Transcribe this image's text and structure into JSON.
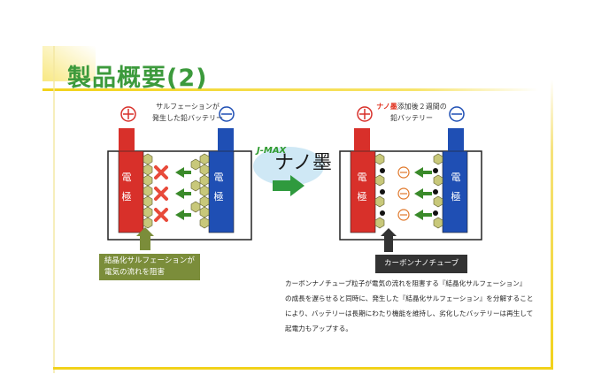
{
  "title": "製品概要(2)",
  "left_diagram": {
    "caption_line1": "サルフェーションが",
    "caption_line2": "発生した鉛バッテリー",
    "plus_symbol": "⊕",
    "minus_symbol": "⊖",
    "electrode_left": [
      "電",
      "極"
    ],
    "electrode_right": [
      "電",
      "極"
    ],
    "label_line1": "結晶化サルフェーションが",
    "label_line2": "電気の流れを阻害"
  },
  "center": {
    "jmax": "J-MAX",
    "product": "ナノ墨"
  },
  "right_diagram": {
    "caption_highlight": "ナノ墨",
    "caption_rest_line1": "添加後２週間の",
    "caption_line2": "鉛バッテリー",
    "plus_symbol": "⊕",
    "minus_symbol": "⊖",
    "electrode_left": [
      "電",
      "極"
    ],
    "electrode_right": [
      "電",
      "極"
    ],
    "label": "カーボンナノチューブ"
  },
  "description": [
    "カーボンナノチューブ粒子が電気の流れを阻害する『結晶化サルフェーション』",
    "の成長を遅らせると同時に、発生した『結晶化サルフェーション』を分解すること",
    "により、バッテリーは長期にわたり機能を維持し、劣化したバッテリーは再生して",
    "起電力もアップする。"
  ],
  "colors": {
    "title_green": "#3c9a3c",
    "frame_yellow": "#f2d21a",
    "electrode_red": "#d8302a",
    "electrode_blue": "#1f4fb4",
    "crystal_olive": "#c8c87a",
    "arrow_green": "#3a8a2a",
    "x_red": "#e84a3a",
    "label_olive": "#7b8d3a",
    "label_dark": "#333333"
  }
}
